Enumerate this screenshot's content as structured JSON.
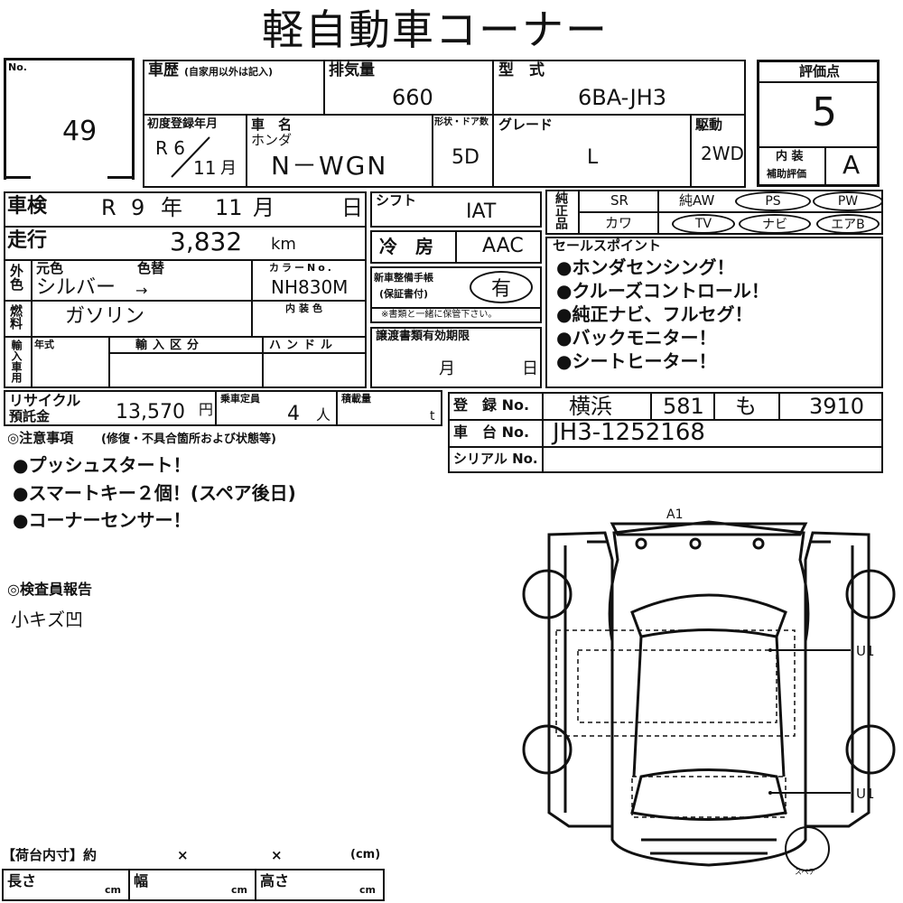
{
  "title": "軽自動車コーナー",
  "lot": {
    "label": "No.",
    "value": "49"
  },
  "history": {
    "label": "車歴",
    "note": "(自家用以外は記入)"
  },
  "displacement": {
    "label": "排気量",
    "value": "660"
  },
  "model": {
    "label": "型　式",
    "value": "6BA-JH3"
  },
  "rating": {
    "label": "評価点",
    "value": "5",
    "interior_label_1": "内 装",
    "interior_label_2": "補助評価",
    "interior_value": "A"
  },
  "first_reg": {
    "label": "初度登録年月",
    "era": "R 6",
    "month": "11",
    "month_unit": "月"
  },
  "car_name": {
    "label": "車　名",
    "maker": "ホンダ",
    "value": "N－WGN"
  },
  "doors": {
    "label": "形状・ドア数",
    "value": "5D"
  },
  "grade": {
    "label": "グレード",
    "value": "L"
  },
  "drive": {
    "label": "駆動",
    "value": "2WD"
  },
  "inspection": {
    "label": "車検",
    "era": "R",
    "year": "9",
    "year_unit": "年",
    "month": "11",
    "month_unit": "月",
    "day_unit": "日"
  },
  "mileage": {
    "label": "走行",
    "value": "3,832",
    "unit": "km"
  },
  "color": {
    "side_label": "外色",
    "orig_label": "元色",
    "change_label": "色替",
    "value": "シルバー",
    "arrow": "→",
    "code_label": "カラーNo.",
    "code": "NH830M",
    "interior_label": "内装色"
  },
  "fuel": {
    "label": "燃料",
    "value": "ガソリン"
  },
  "import": {
    "side_label": "輸入車用",
    "year_label": "年式",
    "class_label": "輸入区分",
    "handle_label": "ハンドル"
  },
  "shift": {
    "label": "シフト",
    "value": "IAT"
  },
  "ac": {
    "label": "冷　房",
    "value": "AAC"
  },
  "maintenance": {
    "label1": "新車整備手帳",
    "label2": "(保証書付)",
    "value": "有",
    "note": "※書類と一緒に保管下さい。"
  },
  "transfer": {
    "label": "譲渡書類有効期限",
    "month_unit": "月",
    "day_unit": "日"
  },
  "options": {
    "side_label": "純正品",
    "row1": [
      "SR",
      "純AW",
      "PS",
      "PW"
    ],
    "row2": [
      "カワ",
      "TV",
      "ナビ",
      "エアB"
    ]
  },
  "sales_points": {
    "label": "セールスポイント",
    "items": [
      "●ホンダセンシング！",
      "●クルーズコントロール！",
      "●純正ナビ、フルセグ！",
      "●バックモニター！",
      "●シートヒーター！"
    ]
  },
  "recycle": {
    "label1": "リサイクル",
    "label2": "預託金",
    "value": "13,570",
    "unit": "円"
  },
  "capacity": {
    "label": "乗車定員",
    "value": "4",
    "unit": "人"
  },
  "load": {
    "label": "積載量",
    "unit": "t"
  },
  "registration": {
    "label": "登　録 No.",
    "area": "横浜",
    "class": "581",
    "kana": "も",
    "number": "3910"
  },
  "chassis": {
    "label": "車　台 No.",
    "value": "JH3-1252168"
  },
  "serial": {
    "label": "シリアル No."
  },
  "notes": {
    "label": "◎注意事項",
    "sub": "(修復・不具合箇所および状態等)",
    "items": [
      "●プッシュスタート！",
      "●スマートキー２個！(スペア後日)",
      "●コーナーセンサー！"
    ]
  },
  "inspector": {
    "label": "◎検査員報告",
    "value": "小キズ凹"
  },
  "cargo": {
    "label": "【荷台内寸】約",
    "x1": "×",
    "x2": "×",
    "unit": "(cm)",
    "length": "長さ",
    "width": "幅",
    "height": "高さ",
    "cm": "cm"
  },
  "diagram": {
    "front_mark": "A1",
    "mark_right_upper": "U1",
    "mark_right_lower": "U1",
    "spare_label": "スペア"
  }
}
